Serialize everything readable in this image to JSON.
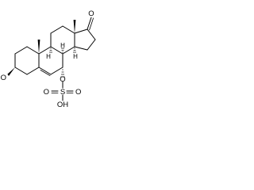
{
  "diagram": {
    "type": "skeletal-structure",
    "atom_labels": {
      "ketone_oxygen": "O",
      "hydroxyl": "HO",
      "ring_oxygen": "O",
      "sulfur": "S",
      "sulfonyl_oxygen_top": "O",
      "sulfonyl_oxygen_right": "O",
      "sulfonic_hydroxyl": "OH"
    },
    "stereo_hydrogens": {
      "h8": "H",
      "h9": "H",
      "h14": "H"
    },
    "colors": {
      "line": "#000000",
      "background": "#ffffff"
    }
  }
}
